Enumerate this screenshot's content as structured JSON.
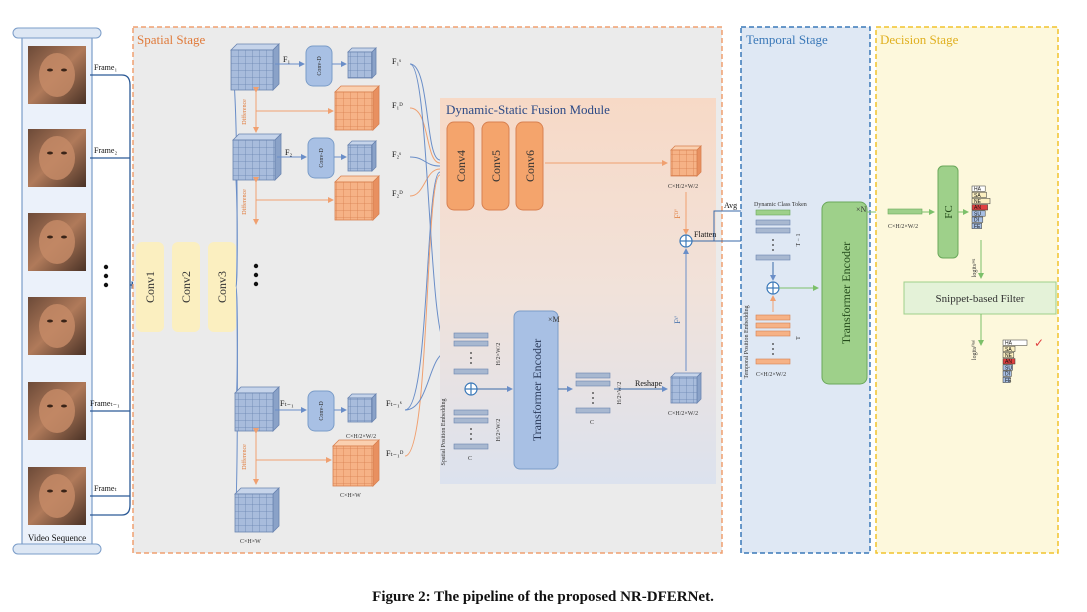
{
  "caption": "Figure 2: The pipeline of the proposed NR-DFERNet.",
  "input": {
    "video_label": "Video Sequence",
    "frames": [
      "Frame₁",
      "Frame₂",
      "Frameₜ₋₁",
      "Frameₜ"
    ]
  },
  "spatial_stage": {
    "title": "Spatial Stage",
    "convs": [
      "Conv1",
      "Conv2",
      "Conv3"
    ],
    "conv_d": "Conv-D",
    "difference": "Difference",
    "f1": "F₁",
    "f2": "F₂",
    "fT1": "Fₜ₋₁",
    "f1s": "F₁ˢ",
    "f2s": "F₂ˢ",
    "fT1s": "Fₜ₋₁ˢ",
    "f1d": "F₁ᴰ",
    "f2d": "F₂ᴰ",
    "fT1d": "Fₜ₋₁ᴰ",
    "dim_chw": "C×H×W",
    "dim_half": "C×H/2×W/2"
  },
  "fusion_module": {
    "title": "Dynamic-Static Fusion Module",
    "convs": [
      "Conv4",
      "Conv5",
      "Conv6"
    ],
    "encoder": "Transformer Encoder",
    "times_m": "×M",
    "reshape": "Reshape",
    "flatten": "Flatten",
    "avg": "Avg",
    "spatial_pe": "Spatial Position Embedding",
    "fd_prime": "Fᴰ'",
    "fs_prime": "Fˢ'",
    "c": "C",
    "hw": "H/2×W/2"
  },
  "temporal_stage": {
    "title": "Temporal Stage",
    "class_token": "Dynamic Class Token",
    "temporal_pe": "Temporal Position Embedding",
    "encoder": "Transformer Encoder",
    "times_n": "×N",
    "t_minus_1": "T − 1",
    "t": "T"
  },
  "decision_stage": {
    "title": "Decision Stage",
    "fc": "FC",
    "filter": "Snippet-based Filter",
    "logits_avg": "logitsᵃᵛᵍ",
    "logits_final": "logitsᶠⁱⁿᵃˡ",
    "classes": [
      "HA",
      "SA",
      "NE",
      "AN",
      "SU",
      "DI",
      "FE"
    ],
    "scores_avg": [
      0.22,
      0.24,
      0.3,
      0.26,
      0.22,
      0.18,
      0.16
    ],
    "scores_final": [
      0.4,
      0.2,
      0.18,
      0.2,
      0.16,
      0.14,
      0.12
    ]
  },
  "colors": {
    "spatial_border": "#f0a070",
    "temporal_border": "#3a78b8",
    "decision_border": "#f2c32c",
    "orange_block": "#f4a46c",
    "blue_block": "#a8c0e4",
    "green_block": "#9ed08a",
    "yellow_block": "#fbefc0"
  }
}
